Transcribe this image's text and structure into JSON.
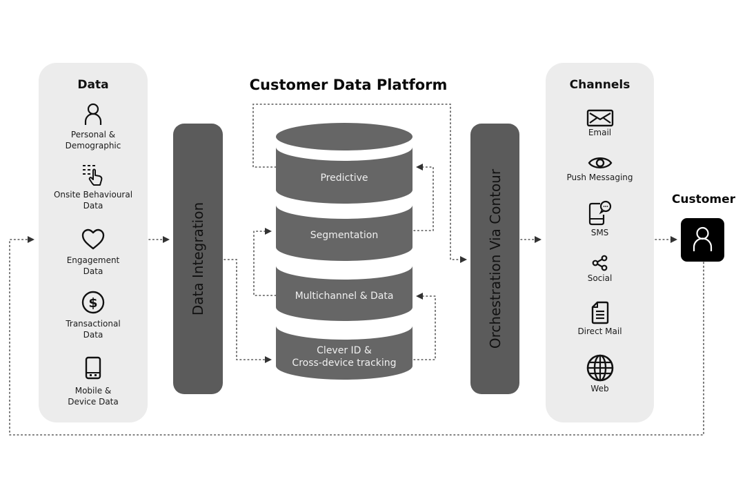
{
  "title": "Customer Data Platform",
  "data_panel": {
    "title": "Data",
    "items": [
      {
        "icon": "person-icon",
        "label": "Personal &\nDemographic"
      },
      {
        "icon": "tap-list-icon",
        "label": "Onsite Behavioural\nData"
      },
      {
        "icon": "heart-icon",
        "label": "Engagement\nData"
      },
      {
        "icon": "dollar-circle-icon",
        "label": "Transactional\nData"
      },
      {
        "icon": "mobile-icon",
        "label": "Mobile &\nDevice Data"
      }
    ]
  },
  "integration": {
    "label": "Data Integration"
  },
  "platform": {
    "layers": [
      {
        "label": "Predictive"
      },
      {
        "label": "Segmentation"
      },
      {
        "label": "Multichannel & Data"
      },
      {
        "label": "Clever ID &\nCross-device tracking"
      }
    ]
  },
  "orchestration": {
    "label": "Orchestration Via Contour"
  },
  "channels_panel": {
    "title": "Channels",
    "items": [
      {
        "icon": "email-icon",
        "label": "Email"
      },
      {
        "icon": "eye-icon",
        "label": "Push Messaging"
      },
      {
        "icon": "sms-icon",
        "label": "SMS"
      },
      {
        "icon": "share-icon",
        "label": "Social"
      },
      {
        "icon": "document-icon",
        "label": "Direct Mail"
      },
      {
        "icon": "globe-icon",
        "label": "Web"
      }
    ]
  },
  "customer": {
    "title": "Customer",
    "icon": "customer-person-icon"
  },
  "colors": {
    "panel": "#ececec",
    "bar": "#5b5b5b",
    "cylinder": "#666666",
    "customer_box": "#000000"
  }
}
